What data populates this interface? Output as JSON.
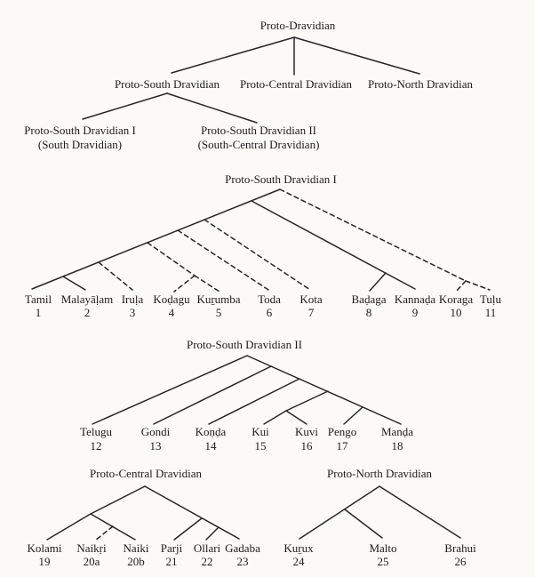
{
  "diagram": {
    "colors": {
      "background": "#fbfaf7",
      "line": "#262626",
      "text": "#1b1b1b"
    },
    "top": {
      "root": "Proto-Dravidian",
      "branches": [
        {
          "label": "Proto-South Dravidian"
        },
        {
          "label": "Proto-Central Dravidian"
        },
        {
          "label": "Proto-North Dravidian"
        }
      ],
      "south_children": [
        {
          "title": "Proto-South Dravidian I",
          "subtitle": "(South Dravidian)"
        },
        {
          "title": "Proto-South Dravidian II",
          "subtitle": "(South-Central Dravidian)"
        }
      ]
    },
    "sd1": {
      "title": "Proto-South Dravidian I",
      "leaves": [
        {
          "name": "Tamil",
          "num": "1"
        },
        {
          "name": "Malayāḷam",
          "num": "2"
        },
        {
          "name": "Iruḷa",
          "num": "3"
        },
        {
          "name": "Koḍagu",
          "num": "4"
        },
        {
          "name": "Kuṟumba",
          "num": "5"
        },
        {
          "name": "Toda",
          "num": "6"
        },
        {
          "name": "Kota",
          "num": "7"
        },
        {
          "name": "Baḍaga",
          "num": "8"
        },
        {
          "name": "Kannaḍa",
          "num": "9"
        },
        {
          "name": "Koraga",
          "num": "10"
        },
        {
          "name": "Tuḷu",
          "num": "11"
        }
      ]
    },
    "sd2": {
      "title": "Proto-South Dravidian II",
      "leaves": [
        {
          "name": "Telugu",
          "num": "12"
        },
        {
          "name": "Gondi",
          "num": "13"
        },
        {
          "name": "Koṇḍa",
          "num": "14"
        },
        {
          "name": "Kui",
          "num": "15"
        },
        {
          "name": "Kuvi",
          "num": "16"
        },
        {
          "name": "Pengo",
          "num": "17"
        },
        {
          "name": "Manḍa",
          "num": "18"
        }
      ]
    },
    "central": {
      "title": "Proto-Central Dravidian",
      "leaves": [
        {
          "name": "Kolami",
          "num": "19"
        },
        {
          "name": "Naikṛi",
          "num": "20a"
        },
        {
          "name": "Naiki",
          "num": "20b"
        },
        {
          "name": "Parji",
          "num": "21"
        },
        {
          "name": "Ollari",
          "num": "22"
        },
        {
          "name": "Gadaba",
          "num": "23"
        }
      ]
    },
    "north": {
      "title": "Proto-North Dravidian",
      "leaves": [
        {
          "name": "Kuṟux",
          "num": "24"
        },
        {
          "name": "Malto",
          "num": "25"
        },
        {
          "name": "Brahui",
          "num": "26"
        }
      ]
    }
  }
}
